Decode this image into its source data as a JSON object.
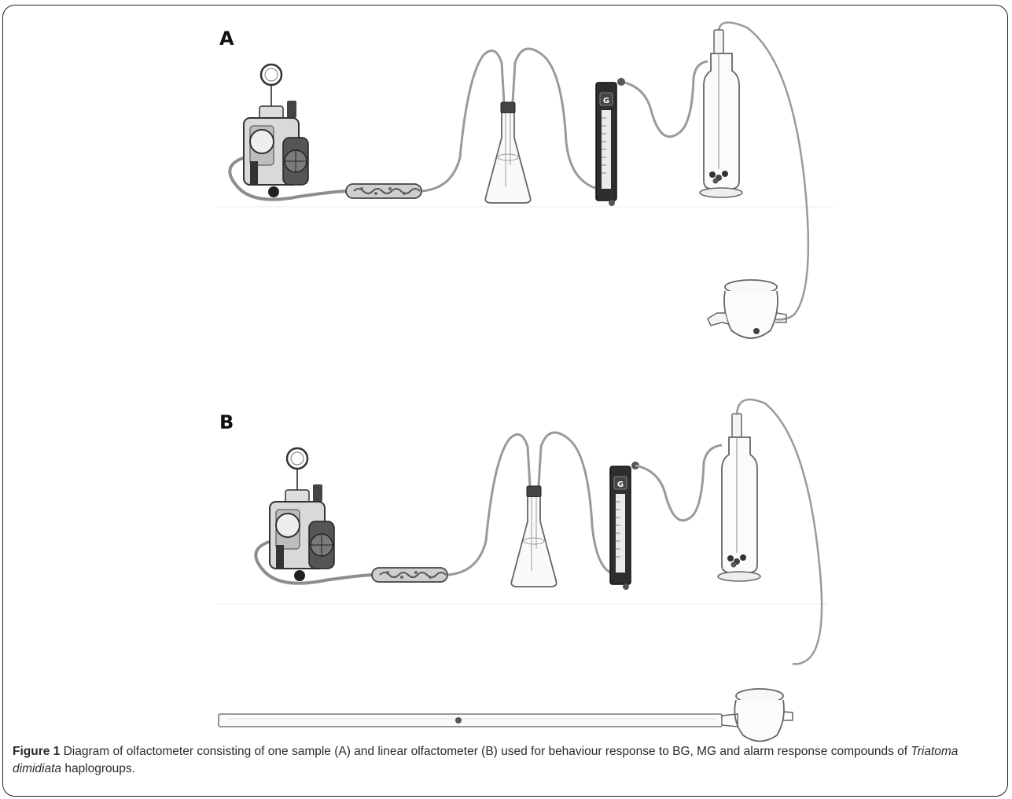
{
  "panels": {
    "a_label": "A",
    "b_label": "B",
    "flowmeter_mark": "G"
  },
  "caption": {
    "figure_number": "Figure 1",
    "text_before_species": "Diagram of olfactometer consisting of one sample (A) and linear olfactometer (B) used for behaviour response to BG, MG and alarm response compounds of",
    "species": "Triatoma dimidiata",
    "text_after_species": "haplogroups."
  },
  "colors": {
    "border": "#222222",
    "tube": "#9a9a9a",
    "glass": "#6e6e6e",
    "dark": "#2a2a2a"
  }
}
